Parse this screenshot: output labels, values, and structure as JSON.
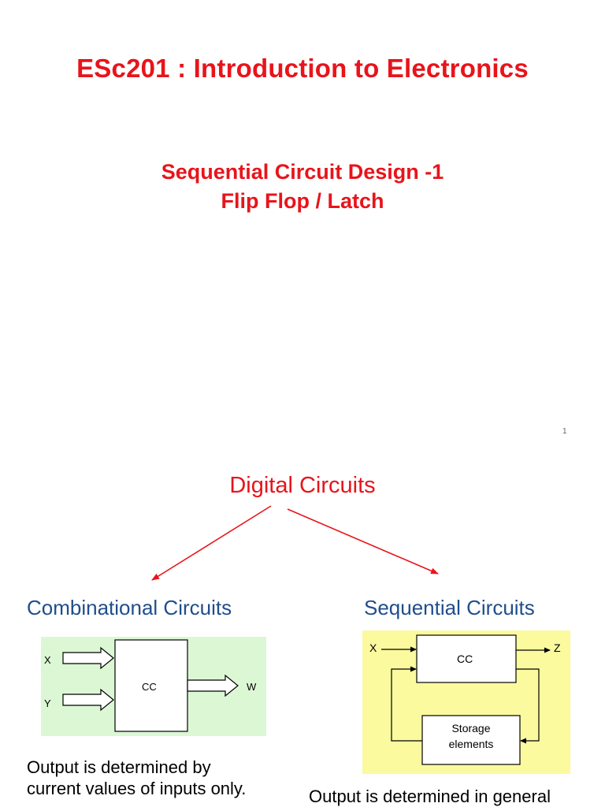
{
  "slide1": {
    "course_title": "ESc201 :  Introduction to Electronics",
    "subtitle_line1": "Sequential Circuit Design -1",
    "subtitle_line2": "Flip Flop / Latch",
    "page_number": "1"
  },
  "slide2": {
    "heading": "Digital Circuits",
    "combinational": {
      "title": "Combinational Circuits",
      "input_x": "X",
      "input_y": "Y",
      "block": "CC",
      "output": "W",
      "caption_line1": "Output is determined by",
      "caption_line2": "current values of inputs only."
    },
    "sequential": {
      "title": "Sequential Circuits",
      "input_x": "X",
      "block": "CC",
      "output": "Z",
      "storage_line1": "Storage",
      "storage_line2": "elements",
      "caption_line1": "Output is determined in  general"
    }
  },
  "colors": {
    "title_red": "#e8141b",
    "heading_blue": "#1f4e8c",
    "combinational_bg": "#dcf7d4",
    "sequential_bg": "#fbfa9e"
  }
}
